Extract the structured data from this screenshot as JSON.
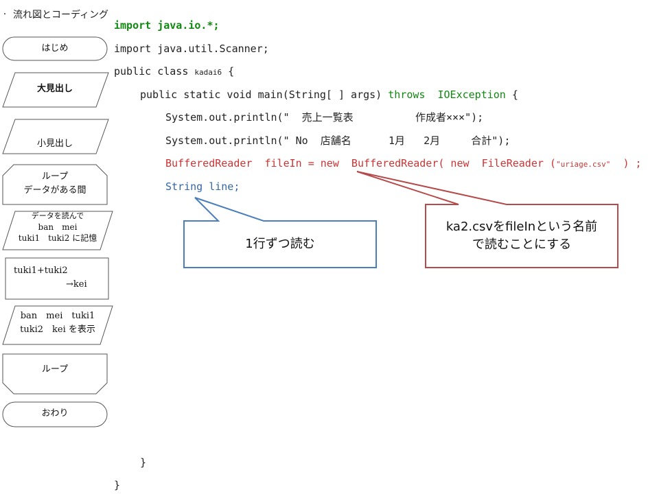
{
  "title": "流れ図とコーディング",
  "flowchart": {
    "start": "はじめ",
    "heading_large": "大見出し",
    "heading_small": "小見出し",
    "loop_start_line1": "ループ",
    "loop_start_line2": "データがある間",
    "read_line1": "データを読んで",
    "read_line2": "ban　mei",
    "read_line3": "tuki1　tuki2 に記憶",
    "calc_line1": "tuki1+tuki2",
    "calc_line2": "→kei",
    "display_line1": "ban　mei　tuki1",
    "display_line2": "tuki2　kei を表示",
    "loop_end": "ループ",
    "end": "おわり"
  },
  "code": {
    "line1": "import java.io.*;",
    "line2": "import java.util.Scanner;",
    "line3a": "public class ",
    "line3b": "kadai6",
    "line3c": " {",
    "line4a": "public static void main(String[ ] args) ",
    "line4b": "throws  IOException",
    "line4c": " {",
    "line5": "System.out.println(\"  売上一覧表          作成者×××\");",
    "line6": "System.out.println(\" No  店舗名      1月   2月     合計\");",
    "line7a": "BufferedReader  fileIn = new  BufferedReader( new  FileReader (",
    "line7b": "\"uriage.csv\"",
    "line7c": "  ) ;",
    "line8": "String line;",
    "close1": "}",
    "close2": "}"
  },
  "callouts": {
    "blue": "1行ずつ読む",
    "red_line1": "ka2.csvをfileInという名前",
    "red_line2": "で読むことにする"
  },
  "colors": {
    "callout_blue_border": "#4a7ebb",
    "callout_red_border": "#b54a4a",
    "keyword_green": "#118811",
    "code_red": "#cc3333",
    "code_blue": "#3366aa"
  }
}
